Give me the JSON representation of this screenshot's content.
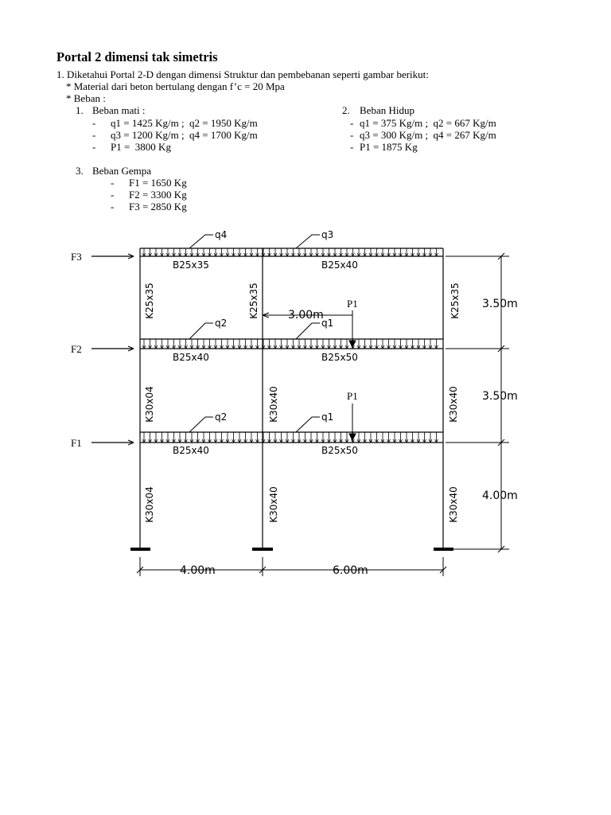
{
  "doc": {
    "title": "Portal 2 dimensi tak simetris",
    "intro": "1. Diketahui Portal 2-D dengan dimensi Struktur dan pembebanan seperti gambar berikut:",
    "material": "* Material dari beton bertulang dengan f’c = 20 Mpa",
    "beban": "* Beban :",
    "dead": {
      "heading_num": "1.",
      "heading": "Beban mati :",
      "items": [
        "q1 = 1425 Kg/m ;  q2 = 1950 Kg/m",
        "q3 = 1200 Kg/m ;  q4 = 1700 Kg/m",
        "P1 =  3800 Kg"
      ]
    },
    "live": {
      "heading_num": "2.",
      "heading": "Beban Hidup",
      "items": [
        "q1 = 375 Kg/m ;  q2 = 667 Kg/m",
        "q3 = 300 Kg/m ;  q4 = 267 Kg/m",
        "P1 = 1875 Kg"
      ]
    },
    "quake": {
      "heading_num": "3.",
      "heading": "Beban Gempa",
      "items": [
        "F1 = 1650 Kg",
        "F2 = 3300 Kg",
        "F3 = 2850 Kg"
      ]
    },
    "dash": "-"
  },
  "figure": {
    "forces": [
      "F3",
      "F2",
      "F1"
    ],
    "loads": {
      "q4": "q4",
      "q3": "q3",
      "q2": "q2",
      "q1": "q1",
      "p1": "P1"
    },
    "beams": {
      "top_left": "B25x35",
      "top_right": "B25x40",
      "mid_left": "B25x40",
      "mid_right": "B25x50",
      "bot_left": "B25x40",
      "bot_right": "B25x50"
    },
    "columns": {
      "upper_left": "K25x35",
      "upper_mid": "K25x35",
      "upper_right": "K25x35",
      "middle_left": "K30x04",
      "middle_mid": "K30x40",
      "middle_right": "K30x40",
      "lower_left": "K30x04",
      "lower_mid": "K30x40",
      "lower_right": "K30x40"
    },
    "dims": {
      "story1": "3.50m",
      "story2": "3.50m",
      "story3": "4.00m",
      "span1": "4.00m",
      "span2": "6.00m",
      "offset": "3.00m"
    }
  }
}
